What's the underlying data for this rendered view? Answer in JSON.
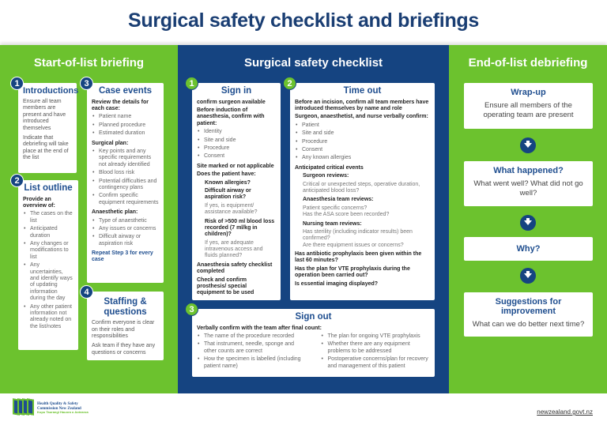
{
  "title": "Surgical safety checklist and briefings",
  "columns": {
    "start": "Start-of-list briefing",
    "checklist": "Surgical safety checklist",
    "end": "End-of-list debriefing"
  },
  "start": {
    "introductions": {
      "num": "1",
      "title": "Introductions",
      "p1": "Ensure all team members are present and have introduced themselves",
      "p2": "Indicate that debriefing will take place at the end of the list"
    },
    "list_outline": {
      "num": "2",
      "title": "List outline",
      "lead": "Provide an overview of:",
      "items": [
        "The cases on the list",
        "Anticipated duration",
        "Any changes or modifications to list",
        "Any uncertainties, and identify ways of updating information during the day",
        "Any other patient information not already noted on the list/notes"
      ]
    },
    "case_events": {
      "num": "3",
      "title": "Case events",
      "review_lead": "Review the details for each case:",
      "review_items": [
        "Patient name",
        "Planned procedure",
        "Estimated duration"
      ],
      "surgical_lead": "Surgical plan:",
      "surgical_items": [
        "Key points and any specific requirements not already identified",
        "Blood loss risk",
        "Potential difficulties and contingency plans",
        "Confirm specific equipment requirements"
      ],
      "anaesthetic_lead": "Anaesthetic plan:",
      "anaesthetic_items": [
        "Type of anaesthetic",
        "Any issues or concerns",
        "Difficult airway or aspiration risk"
      ],
      "repeat": "Repeat Step 3 for every case"
    },
    "staffing": {
      "num": "4",
      "title": "Staffing & questions",
      "p1": "Confirm everyone is clear on their roles and responsibilities",
      "p2": "Ask team if they have any questions or concerns"
    }
  },
  "checklist": {
    "sign_in": {
      "num": "1",
      "title": "Sign in",
      "l1": "confirm surgeon available",
      "l2": "Before induction of anaesthesia, confirm with patient:",
      "items": [
        "Identity",
        "Site and side",
        "Procedure",
        "Consent"
      ],
      "l3": "Site marked or not applicable",
      "l4": "Does the patient have:",
      "q1": "Known allergies?",
      "q2": "Difficult airway or aspiration risk?",
      "q2_sub": "If yes, is equipment/ assistance available?",
      "q3": "Risk of >500 ml blood loss recorded (7 ml/kg in children)?",
      "q3_sub": "If yes, are adequate intravenous access and fluids planned?",
      "l5": "Anaesthesia safety checklist completed",
      "l6": "Check and confirm prosthesis/ special equipment to be used"
    },
    "time_out": {
      "num": "2",
      "title": "Time out",
      "l1": "Before an incision, confirm all team members have introduced themselves by name and role",
      "l2": "Surgeon, anaesthetist, and nurse verbally confirm:",
      "items": [
        "Patient",
        "Site and side",
        "Procedure",
        "Consent",
        "Any known allergies"
      ],
      "l3": "Anticipated critical events",
      "surgeon_h": "Surgeon reviews:",
      "surgeon_t": "Critical or unexpected steps, operative duration, anticipated blood loss?",
      "anaes_h": "Anaesthesia team reviews:",
      "anaes_t1": "Patient specific concerns?",
      "anaes_t2": "Has the ASA score been recorded?",
      "nurse_h": "Nursing team reviews:",
      "nurse_t1": "Has sterility (including indicator results) been confirmed?",
      "nurse_t2": "Are there equipment issues or concerns?",
      "q1": "Has antibiotic prophylaxis been given within the last 60 minutes?",
      "q2": "Has the plan for VTE prophylaxis during the operation been carried out?",
      "q3": "Is essential imaging displayed?"
    },
    "sign_out": {
      "num": "3",
      "title": "Sign out",
      "lead": "Verbally confirm with the team after final count:",
      "left_items": [
        "The name of the procedure recorded",
        "That instrument, needle, sponge and other counts are correct",
        "How the specimen is labelled (including patient name)"
      ],
      "right_items": [
        "The plan for ongoing VTE prophylaxis",
        "Whether there are any equipment problems to be addressed",
        "Postoperative concerns/plan for recovery and management of this patient"
      ]
    }
  },
  "end": {
    "wrap_up": {
      "title": "Wrap-up",
      "text": "Ensure all members of the operating team are present"
    },
    "what_happened": {
      "title": "What happened?",
      "text": "What went well? What did not go well?"
    },
    "why": {
      "title": "Why?"
    },
    "suggestions": {
      "title": "Suggestions for improvement",
      "text": "What can we do better next time?"
    }
  },
  "footer": {
    "logo_line1": "Health Quality & Safety",
    "logo_line2": "Commission New Zealand",
    "logo_tag": "Kupu Taurangi Hauora o Aotearoa",
    "link": "newzealand.govt.nz"
  },
  "colors": {
    "green": "#6cc22e",
    "navy": "#154481",
    "title": "#1a3e73"
  }
}
